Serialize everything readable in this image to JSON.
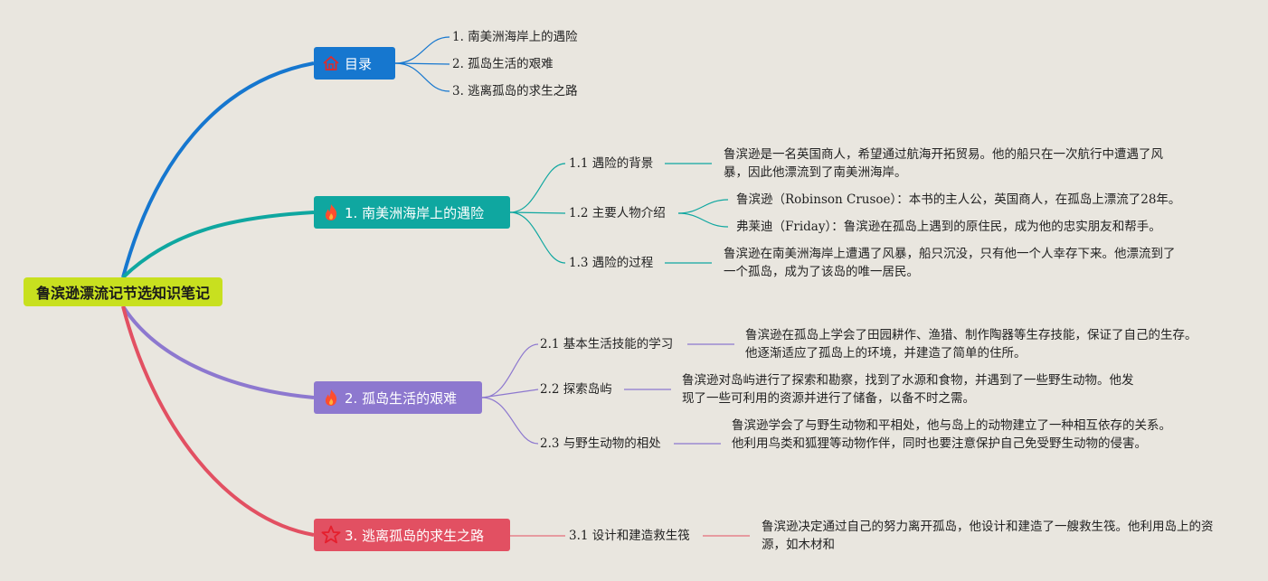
{
  "root": {
    "title": "鲁滨逊漂流记节选知识笔记"
  },
  "branches": [
    {
      "label": "目录",
      "icon": "home-icon",
      "color": "#1677cf",
      "children": [
        {
          "label": "1. 南美洲海岸上的遇险"
        },
        {
          "label": "2. 孤岛生活的艰难"
        },
        {
          "label": "3. 逃离孤岛的求生之路"
        }
      ]
    },
    {
      "label": "1. 南美洲海岸上的遇险",
      "icon": "fire-icon",
      "color": "#0fa7a0",
      "children": [
        {
          "label": "1.1 遇险的背景",
          "details": [
            "鲁滨逊是一名英国商人，希望通过航海开拓贸易。他的船只在一次航行中遭遇了风暴，因此他漂流到了南美洲海岸。"
          ]
        },
        {
          "label": "1.2 主要人物介绍",
          "details": [
            "鲁滨逊（Robinson Crusoe）：本书的主人公，英国商人，在孤岛上漂流了28年。",
            "弗莱迪（Friday）：鲁滨逊在孤岛上遇到的原住民，成为他的忠实朋友和帮手。"
          ]
        },
        {
          "label": "1.3 遇险的过程",
          "details": [
            "鲁滨逊在南美洲海岸上遭遇了风暴，船只沉没，只有他一个人幸存下来。他漂流到了一个孤岛，成为了该岛的唯一居民。"
          ]
        }
      ]
    },
    {
      "label": "2. 孤岛生活的艰难",
      "icon": "fire-icon",
      "color": "#8d78cf",
      "children": [
        {
          "label": "2.1 基本生活技能的学习",
          "details": [
            "鲁滨逊在孤岛上学会了田园耕作、渔猎、制作陶器等生存技能，保证了自己的生存。他逐渐适应了孤岛上的环境，并建造了简单的住所。"
          ]
        },
        {
          "label": "2.2 探索岛屿",
          "details": [
            "鲁滨逊对岛屿进行了探索和勘察，找到了水源和食物，并遇到了一些野生动物。他发现了一些可利用的资源并进行了储备，以备不时之需。"
          ]
        },
        {
          "label": "2.3 与野生动物的相处",
          "details": [
            "鲁滨逊学会了与野生动物和平相处，他与岛上的动物建立了一种相互依存的关系。他利用鸟类和狐狸等动物作伴，同时也要注意保护自己免受野生动物的侵害。"
          ]
        }
      ]
    },
    {
      "label": "3. 逃离孤岛的求生之路",
      "icon": "star-icon",
      "color": "#e25062",
      "children": [
        {
          "label": "3.1 设计和建造救生筏",
          "details": [
            "鲁滨逊决定通过自己的努力离开孤岛，他设计和建造了一艘救生筏。他利用岛上的资源，如木材和"
          ]
        }
      ]
    }
  ]
}
